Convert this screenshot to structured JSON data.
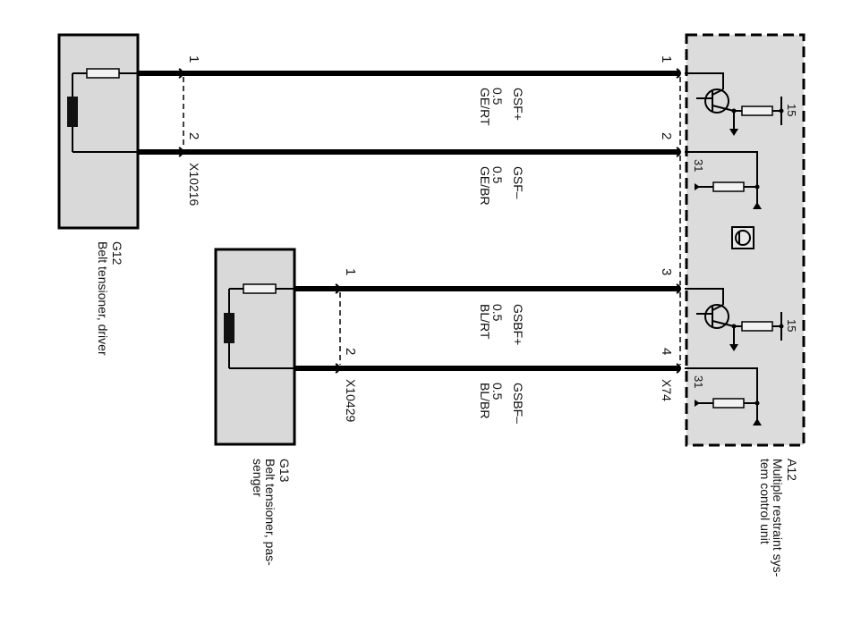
{
  "components": {
    "g12": {
      "id": "G12",
      "name": "Belt tensioner, driver"
    },
    "g13": {
      "id": "G13",
      "name_line1": "Belt tensioner, pas-",
      "name_line2": "senger"
    },
    "a12": {
      "id": "A12",
      "name_line1": "Multiple restraint sys-",
      "name_line2": "tem control unit"
    }
  },
  "connectors": {
    "x10216": {
      "id": "X10216",
      "pins": [
        "1",
        "2"
      ]
    },
    "x10429": {
      "id": "X10429",
      "pins": [
        "1",
        "2"
      ]
    },
    "x74": {
      "id": "X74",
      "pins": [
        "1",
        "2",
        "3",
        "4"
      ]
    }
  },
  "wires": [
    {
      "signal": "GSF+",
      "size": "0.5",
      "color": "GE/RT"
    },
    {
      "signal": "GSF–",
      "size": "0.5",
      "color": "GE/BR"
    },
    {
      "signal": "GSBF+",
      "size": "0.5",
      "color": "BL/RT"
    },
    {
      "signal": "GSBF–",
      "size": "0.5",
      "color": "BL/BR"
    }
  ],
  "terminals": {
    "t15": "15",
    "t31": "31"
  },
  "colors": {
    "module_fill": "#d9d9d9",
    "line": "#000000"
  }
}
